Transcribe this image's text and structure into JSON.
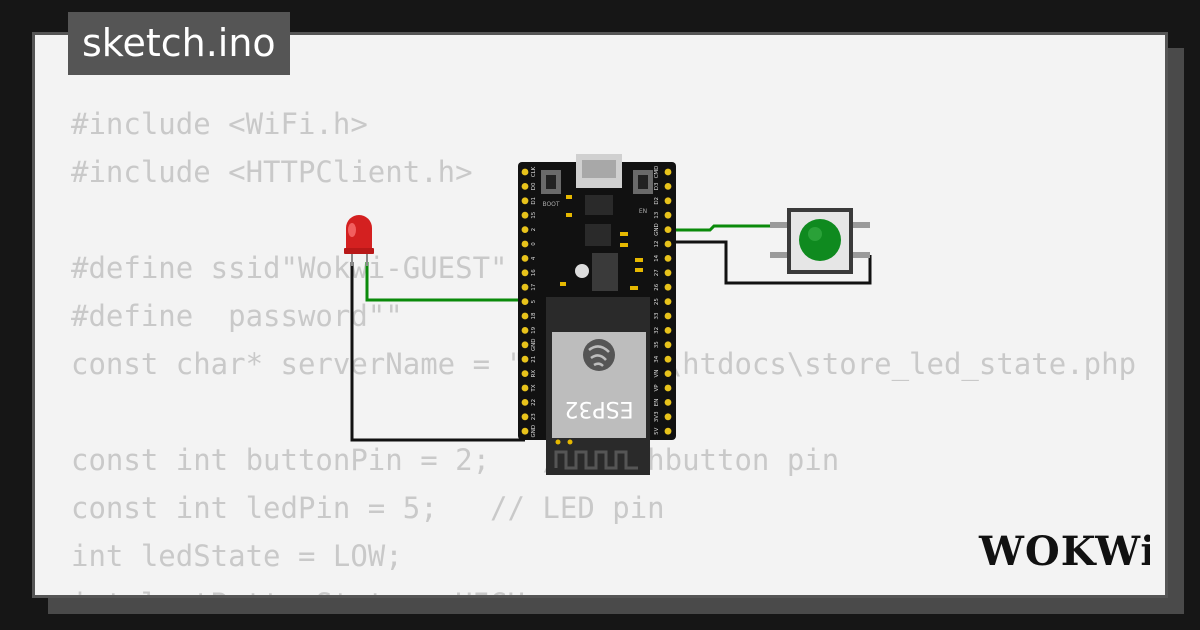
{
  "file_tab": {
    "label": "sketch.ino"
  },
  "code_lines": [
    "#include <WiFi.h>",
    "#include <HTTPClient.h>",
    "",
    "#define ssid\"Wokwi-GUEST\"",
    "#define  password\"\"",
    "const char* serverName = \"C:\\xampp\\htdocs\\store_led_state.php\";",
    "",
    "const int buttonPin = 2;   // Pushbutton pin",
    "const int ledPin = 5;   // LED pin",
    "int ledState = LOW;",
    "int lastButtonState = HIGH;"
  ],
  "board": {
    "chip_label": "ESP32",
    "boot_label": "BOOT",
    "en_label": "EN",
    "left_pins": [
      "CLK",
      "D0",
      "D1",
      "15",
      "2",
      "0",
      "4",
      "16",
      "17",
      "5",
      "18",
      "19",
      "GND",
      "21",
      "RX",
      "TX",
      "22",
      "23",
      "GND"
    ],
    "right_pins": [
      "CMD",
      "D3",
      "D2",
      "13",
      "GND",
      "12",
      "14",
      "27",
      "26",
      "25",
      "33",
      "32",
      "35",
      "34",
      "VN",
      "VP",
      "EN",
      "3V3",
      "5V"
    ]
  },
  "components": {
    "led_color": "#d42020",
    "button_color": "#0f8a1f",
    "wire_signal_color": "#0a8a0a",
    "wire_ground_color": "#111111"
  },
  "logo": {
    "text": "WOKWi"
  }
}
